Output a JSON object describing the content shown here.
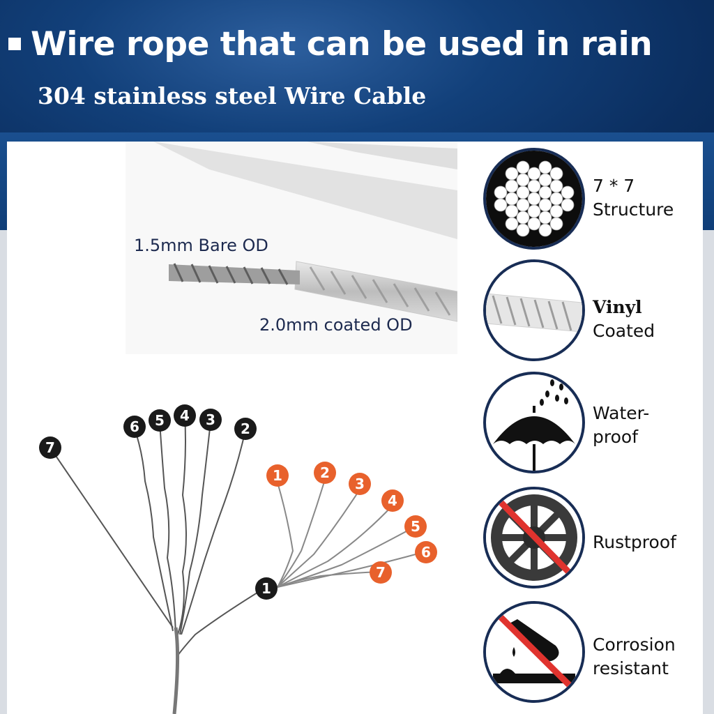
{
  "banner": {
    "title": "Wire rope that can be used in rain",
    "subtitle": "304 stainless steel Wire Cable"
  },
  "photo": {
    "bare_label": "1.5mm Bare OD",
    "coated_label": "2.0mm coated OD"
  },
  "features": [
    {
      "icon": "strand-structure-icon",
      "line1": "7 * 7",
      "line2": "Structure"
    },
    {
      "icon": "coated-cable-icon",
      "line1": "Vinyl",
      "line2": "Coated"
    },
    {
      "icon": "umbrella-rain-icon",
      "line1": "Water-",
      "line2": "proof"
    },
    {
      "icon": "no-rust-wheel-icon",
      "line1": "Rustproof",
      "line2": ""
    },
    {
      "icon": "no-corrosion-icon",
      "line1": "Corrosion",
      "line2": "resistant"
    }
  ],
  "strand_diagram": {
    "black_markers": [
      "7",
      "6",
      "5",
      "4",
      "3",
      "2",
      "1"
    ],
    "orange_markers": [
      "1",
      "2",
      "3",
      "4",
      "5",
      "6",
      "7"
    ],
    "colors": {
      "black": "#1a1a1a",
      "orange": "#e8612c",
      "navy": "#182d55",
      "red": "#e0332e"
    }
  }
}
